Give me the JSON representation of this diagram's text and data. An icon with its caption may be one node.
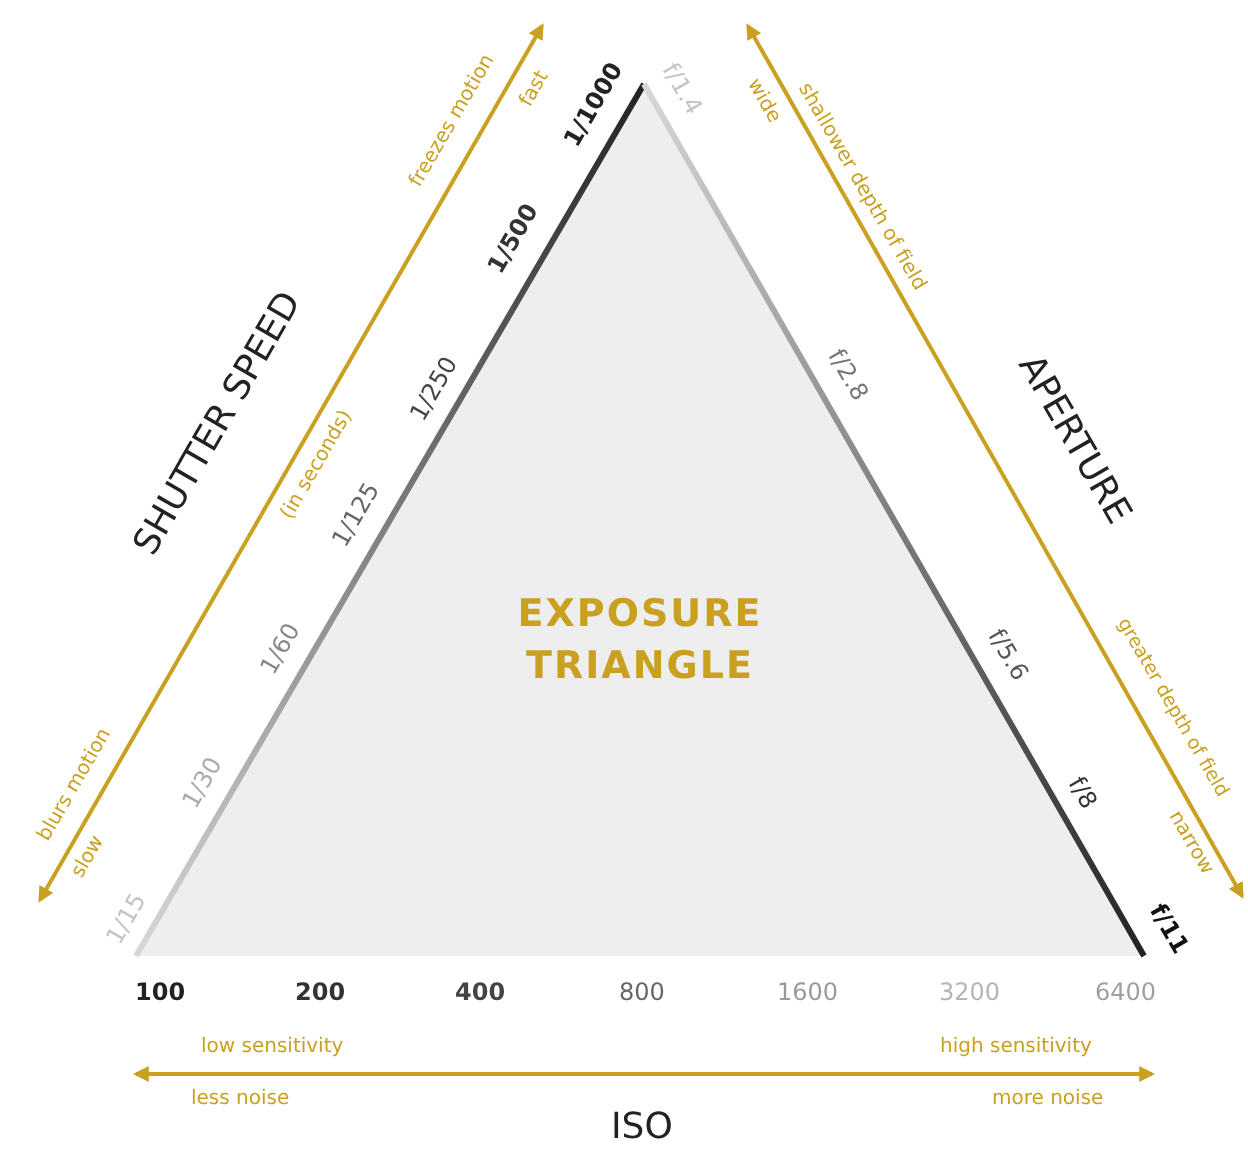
{
  "diagram": {
    "nodes": [
      {
        "text": [
          "EXPOSURE TRIANGLE"
        ]
      }
    ],
    "labels": [
      "freezes motion",
      "fast",
      "1/1000",
      "f/1.4",
      "wide",
      "shallower depth of field",
      "1/500",
      "SHUTTER SPEED",
      "(in seconds)",
      "1/250",
      "f/2.8",
      "APERTURE",
      "1/125",
      "1/60",
      "f/5.6",
      "greater depth of field",
      "blurs motion",
      "slow",
      "1/30",
      "f/8",
      "narrow",
      "1/15",
      "f/11",
      "100",
      "200",
      "400",
      "800",
      "1600",
      "3200",
      "6400",
      "low sensitivity",
      "high sensitivity",
      "less noise",
      "more noise",
      "ISO"
    ]
  }
}
